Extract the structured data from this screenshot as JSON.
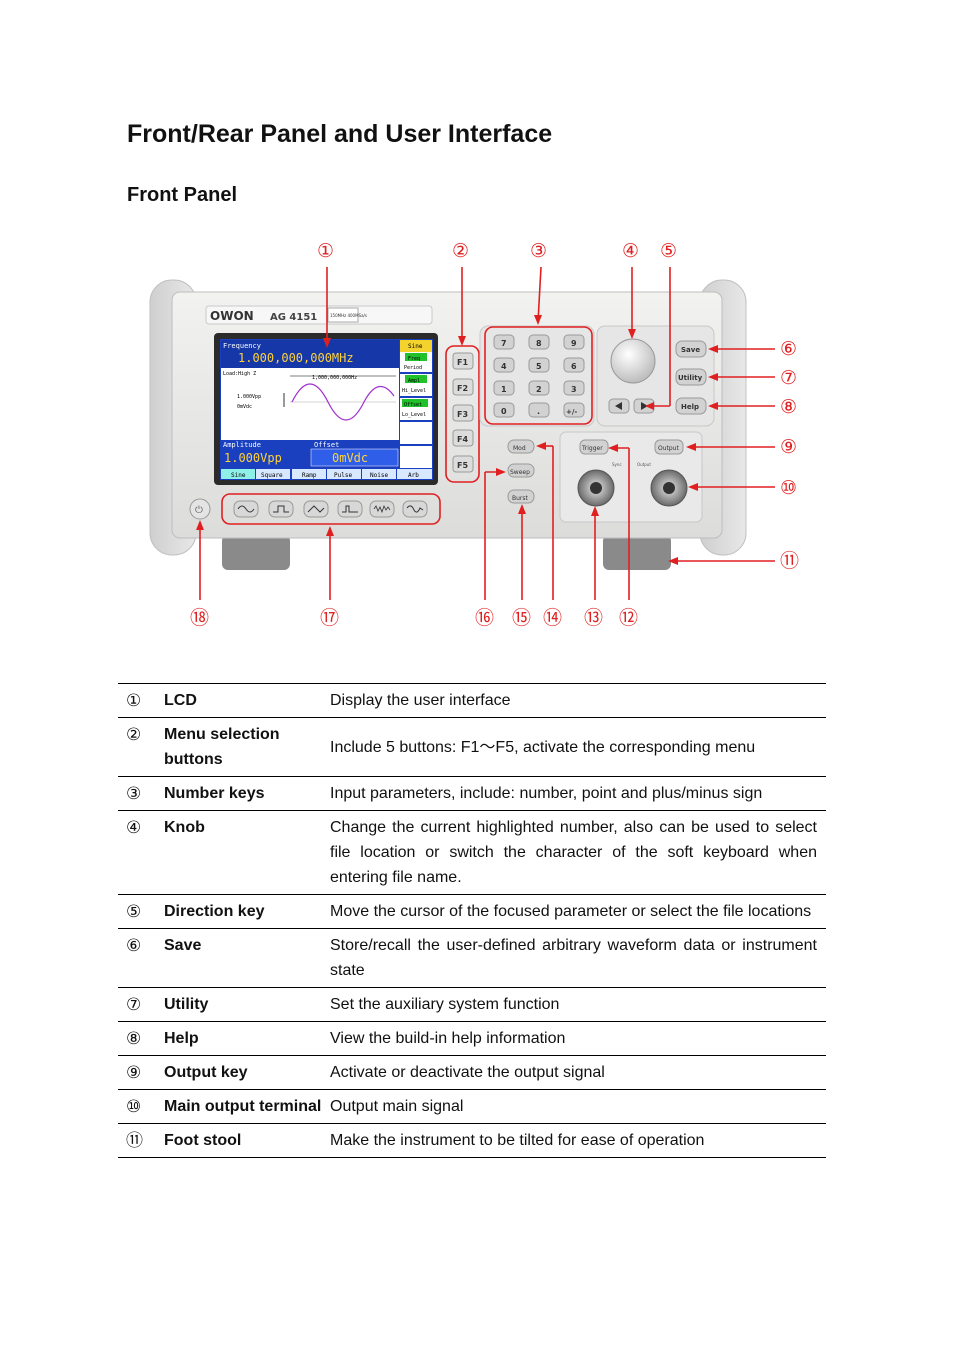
{
  "title": "Front/Rear Panel and User Interface",
  "subtitle": "Front Panel",
  "figure": {
    "callout_numbers": [
      "①",
      "②",
      "③",
      "④",
      "⑤",
      "⑥",
      "⑦",
      "⑧",
      "⑨",
      "⑩",
      "⑪",
      "⑫",
      "⑬",
      "⑭",
      "⑮",
      "⑯",
      "⑰",
      "⑱"
    ],
    "device": {
      "brand": "OWON",
      "model": "AG 4151",
      "spec_badge": "150MHz 400MSa/s",
      "screen": {
        "param_title": "Frequency",
        "main_value": "1.000,000,000MHz",
        "load_label": "Load:High Z",
        "graph_freq": "1,000,000,000Hz",
        "graph_amp": "1.000Vpp",
        "graph_offset": "0mVdc",
        "right_menu": [
          "Sine",
          "Freq",
          "Period",
          "Ampl",
          "Hi_Level",
          "Offset",
          "Lo_Level"
        ],
        "amplitude_label": "Amplitude",
        "amplitude_value": "1.000Vpp",
        "offset_label": "Offset",
        "offset_value": "0mVdc",
        "bottom_tabs": [
          "Sine",
          "Square",
          "Ramp",
          "Pulse",
          "Noise",
          "Arb"
        ]
      },
      "f_buttons": [
        "F1",
        "F2",
        "F3",
        "F4",
        "F5"
      ],
      "keypad": [
        "7",
        "8",
        "9",
        "4",
        "5",
        "6",
        "1",
        "2",
        "3",
        "0",
        ".",
        "+/-"
      ],
      "side_buttons": [
        "Save",
        "Utility",
        "Help"
      ],
      "mode_buttons": [
        "Mod",
        "Sweep",
        "Burst"
      ],
      "trigger_label": "Trigger",
      "output_label": "Output",
      "sync_label": "Sync",
      "output_port_label": "Output",
      "colors": {
        "screen_bg": "#1a3fbf",
        "menu_green": "#21c12c",
        "menu_yellow": "#f5d32d",
        "red": "#e02020"
      }
    }
  },
  "table": [
    {
      "num": "①",
      "name": "LCD",
      "desc": "Display the user interface"
    },
    {
      "num": "②",
      "name": "Menu selection buttons",
      "desc": "Include 5 buttons: F1～F5, activate the corresponding menu"
    },
    {
      "num": "③",
      "name": "Number keys",
      "desc": "Input parameters, include: number, point and plus/minus sign"
    },
    {
      "num": "④",
      "name": "Knob",
      "desc": "Change the current highlighted number, also can be used to select file location or switch the character of the soft keyboard when entering file name."
    },
    {
      "num": "⑤",
      "name": "Direction key",
      "desc": "Move the cursor of the focused parameter or select the file locations"
    },
    {
      "num": "⑥",
      "name": "Save",
      "desc": "Store/recall the user-defined arbitrary waveform data or instrument state"
    },
    {
      "num": "⑦",
      "name": "Utility",
      "desc": "Set the auxiliary system function"
    },
    {
      "num": "⑧",
      "name": "Help",
      "desc": "View the build-in help information"
    },
    {
      "num": "⑨",
      "name": "Output key",
      "desc": "Activate or deactivate the output signal"
    },
    {
      "num": "⑩",
      "name": "Main output terminal",
      "desc": "Output main signal"
    },
    {
      "num": "⑪",
      "name": "Foot stool",
      "desc": "Make the instrument to be tilted for ease of operation"
    }
  ]
}
